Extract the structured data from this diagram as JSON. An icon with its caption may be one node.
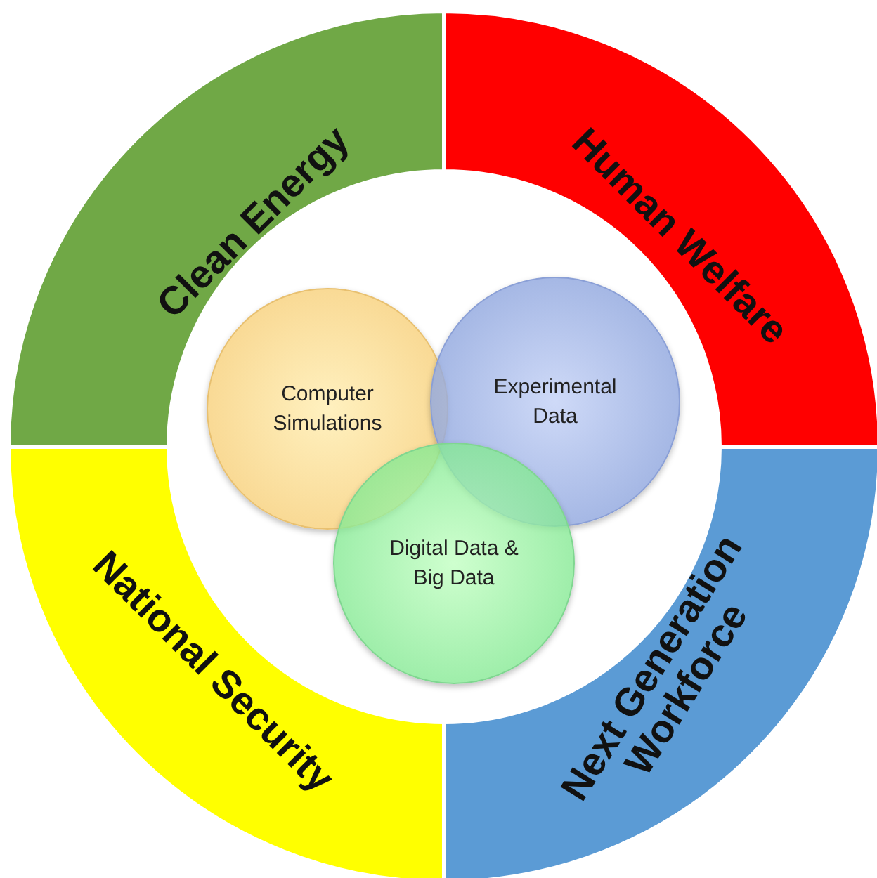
{
  "diagram": {
    "nodes": [
      {
        "text": [
          "Clean Energy"
        ]
      },
      {
        "text": [
          "Human Welfare"
        ]
      },
      {
        "text": [
          "National Security"
        ]
      },
      {
        "text": [
          "Next Generation Workforce"
        ]
      },
      {
        "text": [
          "Computer Simulations"
        ]
      },
      {
        "text": [
          "Experimental Data"
        ]
      },
      {
        "text": [
          "Digital Data & Big Data"
        ]
      }
    ]
  }
}
